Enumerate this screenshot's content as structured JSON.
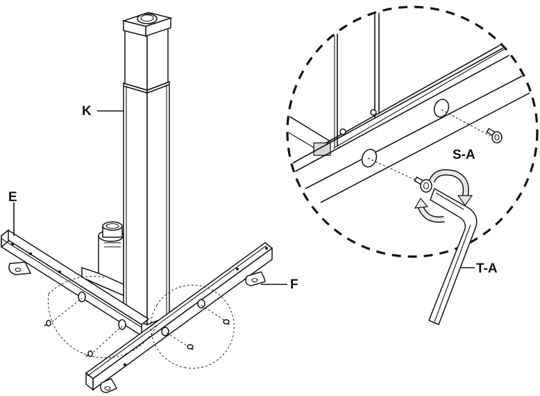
{
  "labels": {
    "k": "K",
    "e": "E",
    "f": "F",
    "sa": "S-A",
    "ta": "T-A"
  }
}
